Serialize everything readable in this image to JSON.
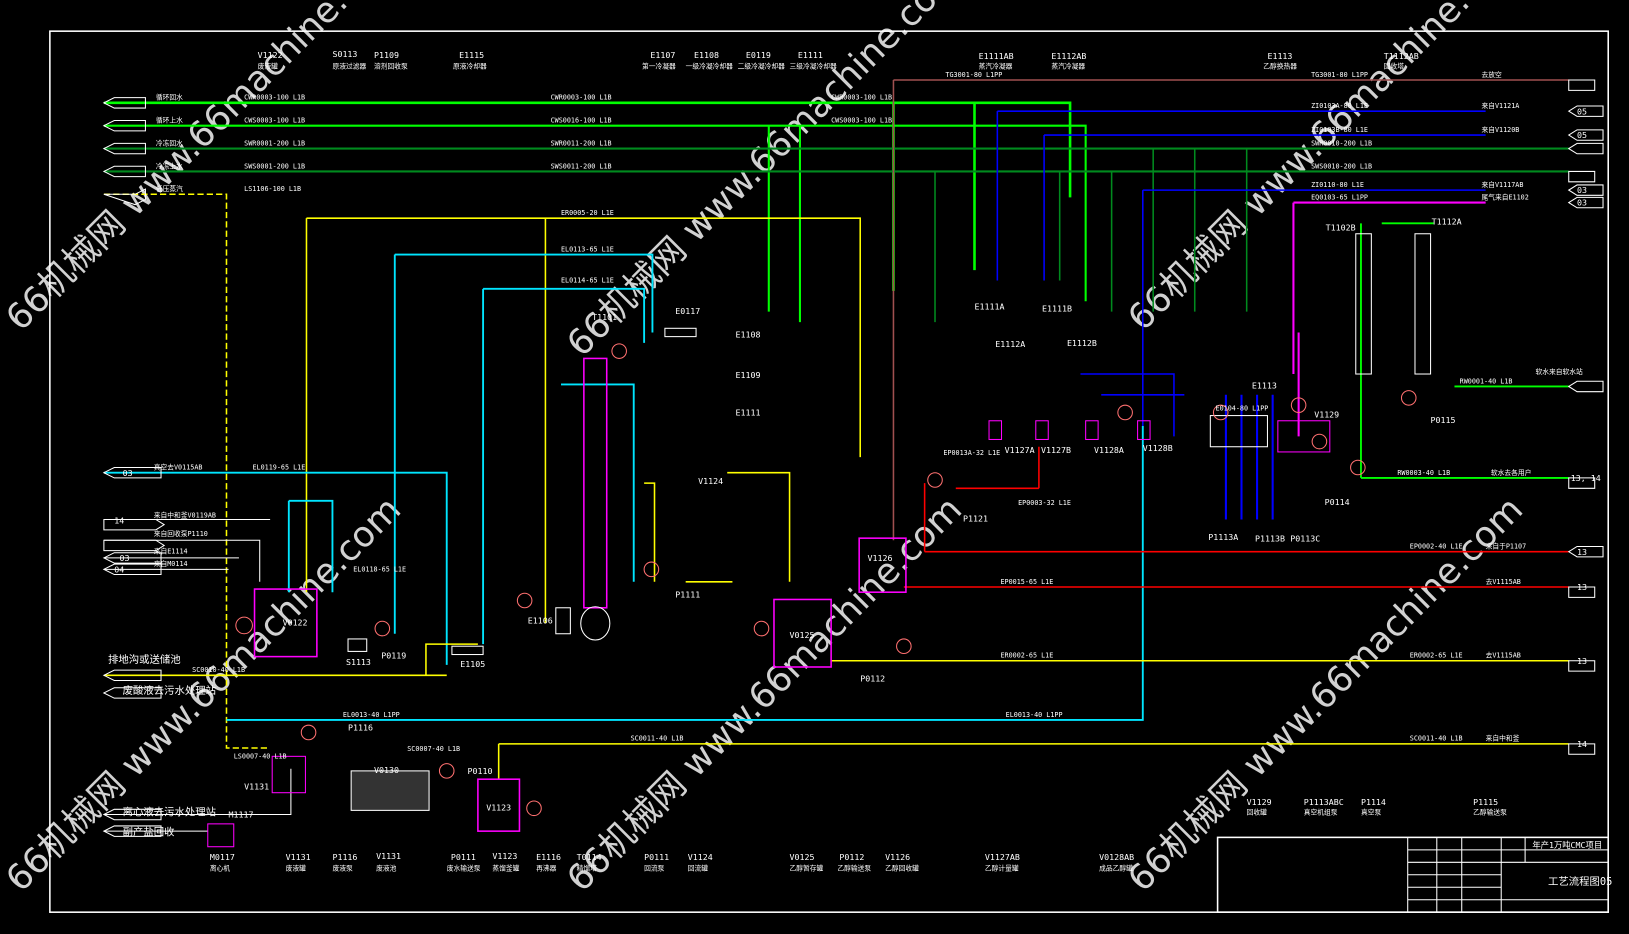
{
  "drawing": {
    "project": "年产1万吨CMC项目",
    "title": "工艺流程图05",
    "watermark": "66机械网 www.66machine.com"
  },
  "top_equipment": [
    {
      "tag": "V1122",
      "desc": "废液罐"
    },
    {
      "tag": "S0113",
      "desc": "原液过滤器"
    },
    {
      "tag": "P1109",
      "desc": "溶剂回收泵"
    },
    {
      "tag": "E1115",
      "desc": "原液冷却器"
    },
    {
      "tag": "E1107",
      "desc": "第一冷凝器"
    },
    {
      "tag": "E1108",
      "desc": "一级冷凝冷却器"
    },
    {
      "tag": "E0119",
      "desc": "二级冷凝冷却器"
    },
    {
      "tag": "E1111",
      "desc": "三级冷凝冷却器"
    },
    {
      "tag": "E1111AB",
      "desc": "蒸汽冷凝器"
    },
    {
      "tag": "E1112AB",
      "desc": "蒸汽冷凝器"
    },
    {
      "tag": "E1113",
      "desc": "乙醇换热器"
    },
    {
      "tag": "T1112AB",
      "desc": "回收塔"
    }
  ],
  "bottom_equipment": [
    {
      "tag": "M0117",
      "desc": "离心机"
    },
    {
      "tag": "V1131",
      "desc": "废液罐"
    },
    {
      "tag": "P1116",
      "desc": "废液泵"
    },
    {
      "tag": "V1131",
      "desc": "废液池"
    },
    {
      "tag": "P0111",
      "desc": "废水输送泵"
    },
    {
      "tag": "V1123",
      "desc": "蒸馏釜罐"
    },
    {
      "tag": "E1116",
      "desc": "再沸器"
    },
    {
      "tag": "T0114",
      "desc": "精馏塔"
    },
    {
      "tag": "P0111",
      "desc": "回流泵"
    },
    {
      "tag": "V1124",
      "desc": "回流罐"
    },
    {
      "tag": "V0125",
      "desc": "乙醇暂存罐"
    },
    {
      "tag": "P0112",
      "desc": "乙醇输送泵"
    },
    {
      "tag": "V1126",
      "desc": "乙醇回收罐"
    },
    {
      "tag": "V1127AB",
      "desc": "乙醇计量罐"
    },
    {
      "tag": "V0128AB",
      "desc": "成品乙醇罐"
    },
    {
      "tag": "V1129",
      "desc": "回收罐"
    },
    {
      "tag": "P1113ABC",
      "desc": "真空机组泵"
    },
    {
      "tag": "P1114",
      "desc": "真空泵"
    },
    {
      "tag": "P1115",
      "desc": "乙醇输送泵"
    }
  ],
  "line_labels": {
    "cwr_left": "CWR0003-100 L1B",
    "cws_left": "CWS0003-100 L1B",
    "swr_left": "SWR0001-200 L1B",
    "sws_left": "SWS0001-200 L1B",
    "ls_left": "LS1106-100 L1B",
    "cwr_mid": "CWR0003-100 L1B",
    "cws_mid": "CWS0016-100 L1B",
    "swr_mid": "SWR0011-200 L1B",
    "sws_mid": "SWS0011-200 L1B",
    "cwr_right": "CWR0003-100 L1B",
    "cws_right": "CWS0003-100 L1B",
    "tg_mid": "TG3001-80 L1PP",
    "tg_right": "TG3001-80 L1PP",
    "zi_a": "ZI0103A-80 L1E",
    "zi_b": "ZI0103B-80 L1E",
    "swr_right": "SWR0010-200 L1B",
    "sws_right": "SWS0010-200 L1B",
    "zi_c": "ZI0110-80 L1E",
    "eq": "EQ0103-65 L1PP",
    "er_top": "ER0005-20 L1E",
    "el_1": "EL0113-65 L1E",
    "el_2": "EL0114-65 L1E",
    "el_0119": "EL0119-65 L1E",
    "el_0118": "EL0118-65 L1E",
    "sc_0010": "SC0010-40 L1B",
    "sc_0011": "SC0011-40 L1B",
    "el_0013_left": "EL0013-40 L1PP",
    "el_0013_right": "EL0013-40 L1PP",
    "sc_0007": "SC0007-40 L1B",
    "ls_0007": "LS0007-40 L1B",
    "ep_0002": "EP0002-40 L1E",
    "ep_0015": "EP0015-65 L1E",
    "er_0002_mid": "ER0002-65 L1E",
    "er_0002_right": "ER0002-65 L1E",
    "rw_0001": "RW0001-40 L1B",
    "rw_0003": "RW0003-40 L1B",
    "sc_0011_right": "SC0011-40 L1B",
    "ep_0013": "EP0013A-32 L1E",
    "ep_0003": "EP0003-32 L1E"
  },
  "connectors": [
    {
      "id": "conn-cwr",
      "sheet": "",
      "text": "循环回水"
    },
    {
      "id": "conn-cws",
      "sheet": "",
      "text": "循环上水"
    },
    {
      "id": "conn-swr",
      "sheet": "",
      "text": "冷冻回水"
    },
    {
      "id": "conn-sws",
      "sheet": "",
      "text": "冷冻上水"
    },
    {
      "id": "conn-ls",
      "sheet": "",
      "text": "低压蒸汽"
    },
    {
      "id": "conn-v0115",
      "sheet": "03",
      "text": "真空去V0115AB"
    },
    {
      "id": "conn-v0119",
      "sheet": "14",
      "text": "来自中和釜V0119AB"
    },
    {
      "id": "conn-p1110",
      "sheet": "",
      "text": "来自回收泵P1110"
    },
    {
      "id": "conn-e1114",
      "sheet": "03",
      "text": "来自E1114"
    },
    {
      "id": "conn-m0114",
      "sheet": "04",
      "text": "来自M0114"
    },
    {
      "id": "conn-drain",
      "sheet": "",
      "text": "排地沟或送储池"
    },
    {
      "id": "conn-waste",
      "sheet": "",
      "text": "废酸液去污水处理站"
    },
    {
      "id": "conn-sewage",
      "sheet": "",
      "text": "离心液去污水处理站"
    },
    {
      "id": "conn-salt",
      "sheet": "",
      "text": "副产盐回收"
    },
    {
      "id": "conn-vent",
      "sheet": "",
      "text": "去放空"
    },
    {
      "id": "conn-v1121a",
      "sheet": "05",
      "text": "来自V1121A"
    },
    {
      "id": "conn-v1120b",
      "sheet": "05",
      "text": "来自V1120B"
    },
    {
      "id": "conn-v1117",
      "sheet": "03",
      "text": "来自V1117AB"
    },
    {
      "id": "conn-e1102",
      "sheet": "03",
      "text": "尾气来自E1102"
    },
    {
      "id": "conn-rw",
      "sheet": "",
      "text": "软水来自软水站"
    },
    {
      "id": "conn-rw3",
      "sheet": "13, 14",
      "text": "软水去各用户"
    },
    {
      "id": "conn-p1107",
      "sheet": "13",
      "text": "来自于P1107"
    },
    {
      "id": "conn-v1115",
      "sheet": "13",
      "text": "去V1115AB"
    },
    {
      "id": "conn-v1115b",
      "sheet": "13",
      "text": "去V1115AB"
    },
    {
      "id": "conn-sc",
      "sheet": "14",
      "text": "来自中和釜"
    }
  ],
  "equipment_tags": {
    "v0122": "V0122",
    "s1113": "S1113",
    "p0119": "P0119",
    "e1105": "E1105",
    "e1106": "E1106",
    "v1124": "V1124",
    "p1111": "P1111",
    "v1125": "V0125",
    "v1126": "V1126",
    "p0112": "P0112",
    "v1123": "V1123",
    "p0110": "P0110",
    "v0130": "V0130",
    "v1131": "V1131",
    "m1117": "M1117",
    "p1116": "P1116",
    "e0117": "E0117",
    "e1108": "E1108",
    "e1109": "E1109",
    "e1111": "E1111",
    "t1101": "T1101",
    "e1111a": "E1111A",
    "e1111b": "E1111B",
    "e1112a": "E1112A",
    "e1112b": "E1112B",
    "v1127a": "V1127A",
    "v1127b": "V1127B",
    "v1128a": "V1128A",
    "v1128b": "V1128B",
    "p1121": "P1121",
    "e1113": "E1113",
    "e0104": "E0104-80 L1PP",
    "t1102b": "T1102B",
    "t1112a": "T1112A",
    "v1129": "V1129",
    "p0114": "P0114",
    "p0115": "P0115",
    "p1113a": "P1113A",
    "p1113b": "P1113B",
    "p0113c": "P0113C"
  },
  "colors": {
    "background": "#000000",
    "cooling_water": "#00ff00",
    "chilled_water": "#008a1e",
    "steam": "#ffff00",
    "vacuum": "#00e5ff",
    "nitrogen": "#0000ff",
    "exhaust": "#ff00ff",
    "process": "#ff0000",
    "gas": "#a05050",
    "instrument": "#ff7070"
  }
}
